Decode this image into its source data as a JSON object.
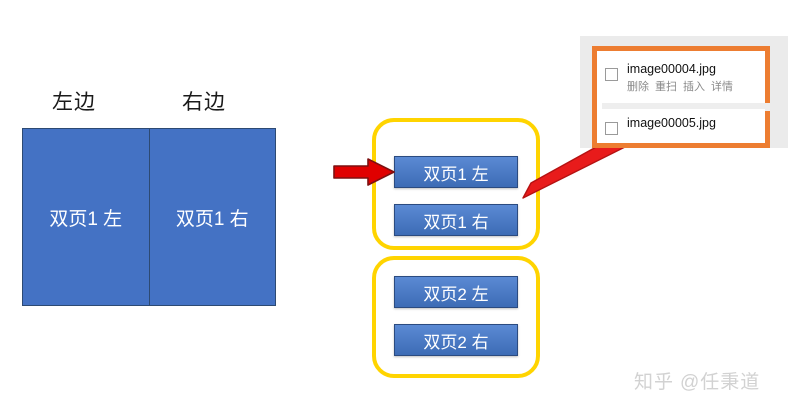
{
  "spread": {
    "label_left": "左边",
    "label_right": "右边",
    "page_left": "双页1 左",
    "page_right": "双页1 右",
    "fill_color": "#4472c4",
    "border_color": "#2d4a73"
  },
  "groups": [
    {
      "name": "双页1",
      "border_color": "#ffd400",
      "buttons": [
        {
          "label": "双页1 左"
        },
        {
          "label": "双页1 右"
        }
      ]
    },
    {
      "name": "双页2",
      "border_color": "#ffd400",
      "buttons": [
        {
          "label": "双页2 左"
        },
        {
          "label": "双页2 右"
        }
      ]
    }
  ],
  "arrows": {
    "straight": {
      "name": "red-right-arrow",
      "color": "#e00000"
    },
    "diagonal": {
      "name": "red-diagonal-arrow",
      "color": "#e81b1b"
    }
  },
  "scanner_panel": {
    "frame_color": "#ed7d31",
    "files": [
      {
        "name": "image00004.jpg",
        "checked": false,
        "actions": [
          "删除",
          "重扫",
          "插入",
          "详情"
        ]
      },
      {
        "name": "image00005.jpg",
        "checked": false,
        "actions": []
      }
    ]
  },
  "watermark": {
    "logo": "知乎",
    "author": "@任秉道"
  }
}
